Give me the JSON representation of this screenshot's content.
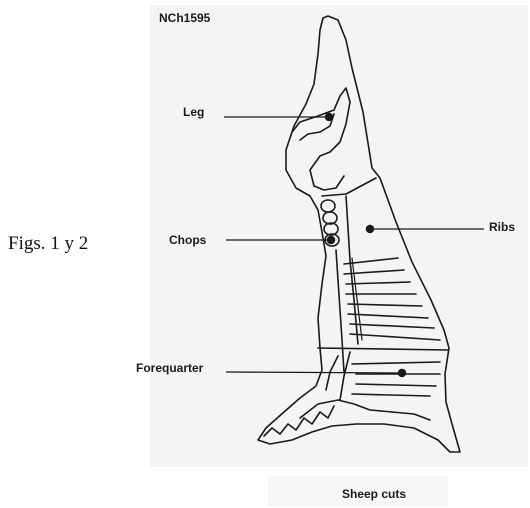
{
  "figure": {
    "side_caption": "Figs. 1 y 2",
    "standard": "NCh1595",
    "caption": "Sheep cuts"
  },
  "labels": {
    "leg": "Leg",
    "chops": "Chops",
    "ribs": "Ribs",
    "forequarter": "Forequarter"
  },
  "colors": {
    "ink": "#1a1a1a",
    "paper_shade": "#f3f3f3"
  }
}
